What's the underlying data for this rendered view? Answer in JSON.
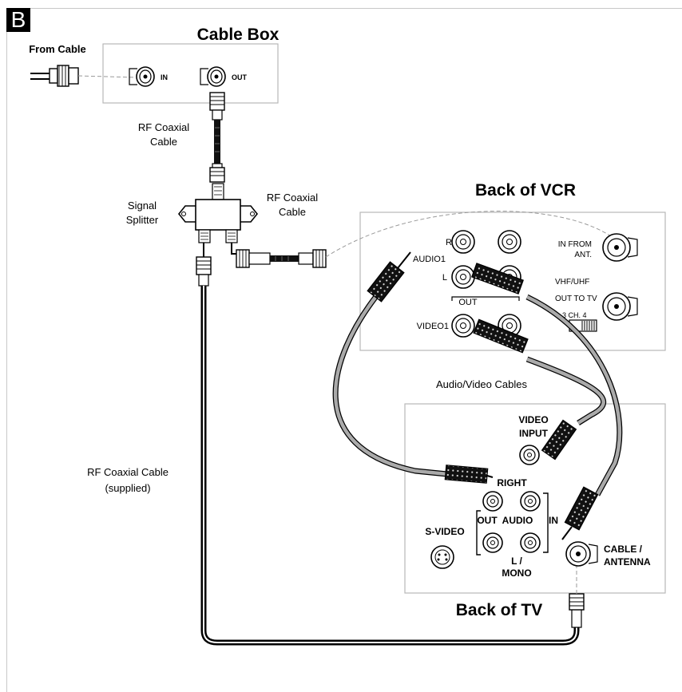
{
  "badge": "B",
  "titles": {
    "cable_box": "Cable Box",
    "back_of_vcr": "Back of VCR",
    "back_of_tv": "Back of TV"
  },
  "labels": {
    "from_cable": "From Cable",
    "rf_coaxial_cable_1a": "RF Coaxial",
    "rf_coaxial_cable_1b": "Cable",
    "signal_splitter_a": "Signal",
    "signal_splitter_b": "Splitter",
    "rf_coaxial_cable_2a": "RF Coaxial",
    "rf_coaxial_cable_2b": "Cable",
    "rf_coaxial_supplied_a": "RF Coaxial Cable",
    "rf_coaxial_supplied_b": "(supplied)",
    "av_cables": "Audio/Video Cables"
  },
  "cable_box_ports": {
    "in": "IN",
    "out": "OUT"
  },
  "vcr_ports": {
    "r": "R",
    "audio1": "AUDIO1",
    "l": "L",
    "out": "OUT",
    "video1": "VIDEO1",
    "in_from_ant_a": "IN FROM",
    "in_from_ant_b": "ANT.",
    "vhf_uhf": "VHF/UHF",
    "out_to_tv": "OUT TO TV",
    "ch_switch": "3 CH. 4"
  },
  "tv_ports": {
    "video_input_a": "VIDEO",
    "video_input_b": "INPUT",
    "right": "RIGHT",
    "out": "OUT",
    "audio": "AUDIO",
    "in": "IN",
    "s_video": "S-VIDEO",
    "l_mono_a": "L /",
    "l_mono_b": "MONO",
    "cable_antenna_a": "CABLE /",
    "cable_antenna_b": "ANTENNA"
  }
}
